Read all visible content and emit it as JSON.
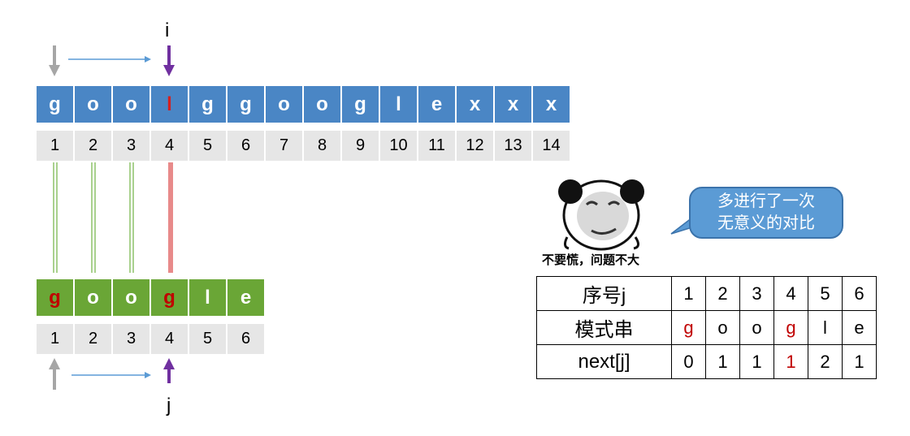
{
  "labels": {
    "i": "i",
    "j": "j"
  },
  "text_string": [
    "g",
    "o",
    "o",
    "l",
    "g",
    "g",
    "o",
    "o",
    "g",
    "l",
    "e",
    "x",
    "x",
    "x"
  ],
  "text_highlight_index": 3,
  "text_indices": [
    "1",
    "2",
    "3",
    "4",
    "5",
    "6",
    "7",
    "8",
    "9",
    "10",
    "11",
    "12",
    "13",
    "14"
  ],
  "pattern_string": [
    "g",
    "o",
    "o",
    "g",
    "l",
    "e"
  ],
  "pattern_highlight_indices": [
    0,
    3
  ],
  "pattern_indices": [
    "1",
    "2",
    "3",
    "4",
    "5",
    "6"
  ],
  "bubble": {
    "line1": "多进行了一次",
    "line2": "无意义的对比"
  },
  "meme_caption": "不要慌，问题不大",
  "next_table": {
    "row1_header": "序号j",
    "row1_values": [
      "1",
      "2",
      "3",
      "4",
      "5",
      "6"
    ],
    "row2_header": "模式串",
    "row2_values": [
      "g",
      "o",
      "o",
      "g",
      "l",
      "e"
    ],
    "row3_header": "next[j]",
    "row3_values": [
      "0",
      "1",
      "1",
      "1",
      "2",
      "1"
    ]
  },
  "colors": {
    "text_cells": "#4a86c5",
    "pattern_cells": "#6aa636",
    "index_cells": "#e6e6e6",
    "highlight": "#d42020",
    "match_line": "#a9d18e",
    "mismatch_line": "#e88a8a",
    "pointer_arrow": "#7030a0",
    "start_arrow": "#a6a6a6",
    "shift_arrow": "#5b9bd5",
    "bubble": "#5b9bd5"
  }
}
